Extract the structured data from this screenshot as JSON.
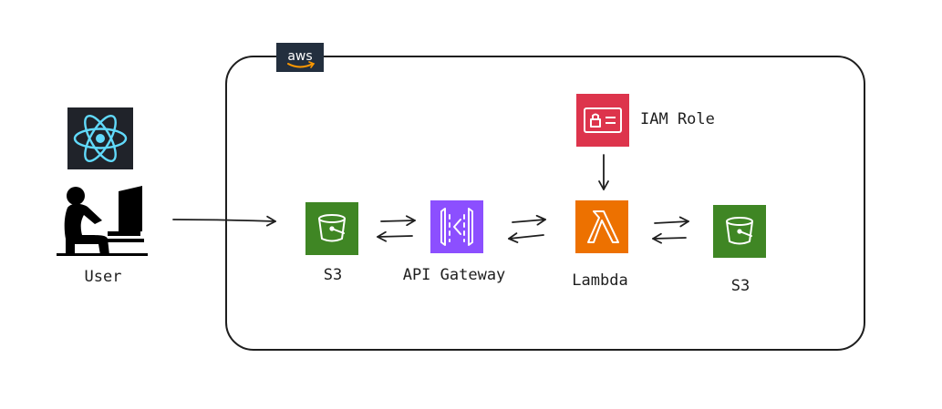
{
  "badges": {
    "aws": "aws"
  },
  "nodes": {
    "user": {
      "label": "User",
      "icon": "user-at-computer-icon"
    },
    "react": {
      "icon": "react-logo-icon"
    },
    "s3_frontend": {
      "label": "S3",
      "icon": "s3-bucket-icon"
    },
    "api_gateway": {
      "label": "API Gateway",
      "icon": "api-gateway-icon"
    },
    "lambda": {
      "label": "Lambda",
      "icon": "lambda-icon"
    },
    "iam_role": {
      "label": "IAM Role",
      "icon": "iam-role-icon"
    },
    "s3_backend": {
      "label": "S3",
      "icon": "s3-bucket-icon"
    }
  },
  "colors": {
    "s3": "#3f8624",
    "api_gateway": "#8c4fff",
    "lambda": "#ed7100",
    "iam": "#dd344c",
    "react_bg": "#20232a",
    "react_logo": "#61dafb",
    "aws_badge": "#232f3e",
    "aws_smile": "#ff9900"
  }
}
